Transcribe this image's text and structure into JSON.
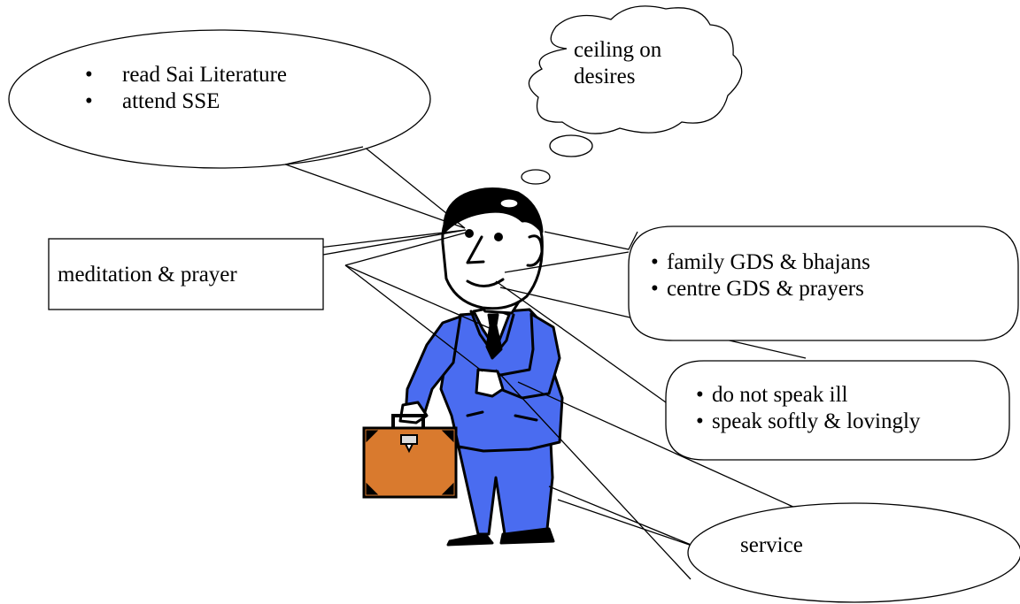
{
  "bubbles": {
    "reading": {
      "items": [
        "read Sai Literature",
        "attend SSE"
      ]
    },
    "thought": {
      "line1": "ceiling on",
      "line2": "desires"
    },
    "meditation": {
      "label": "meditation & prayer"
    },
    "group_study": {
      "items": [
        "family GDS & bhajans",
        "centre GDS & prayers"
      ]
    },
    "speech": {
      "items": [
        "do not speak ill",
        "speak softly & lovingly"
      ]
    },
    "service": {
      "label": "service"
    }
  },
  "colors": {
    "suit": "#4a6cf0",
    "briefcase": "#d97a2e",
    "outline": "#000000",
    "background": "#ffffff"
  },
  "icons": {
    "figure": "businessman-with-briefcase",
    "briefcase": "briefcase-icon"
  }
}
